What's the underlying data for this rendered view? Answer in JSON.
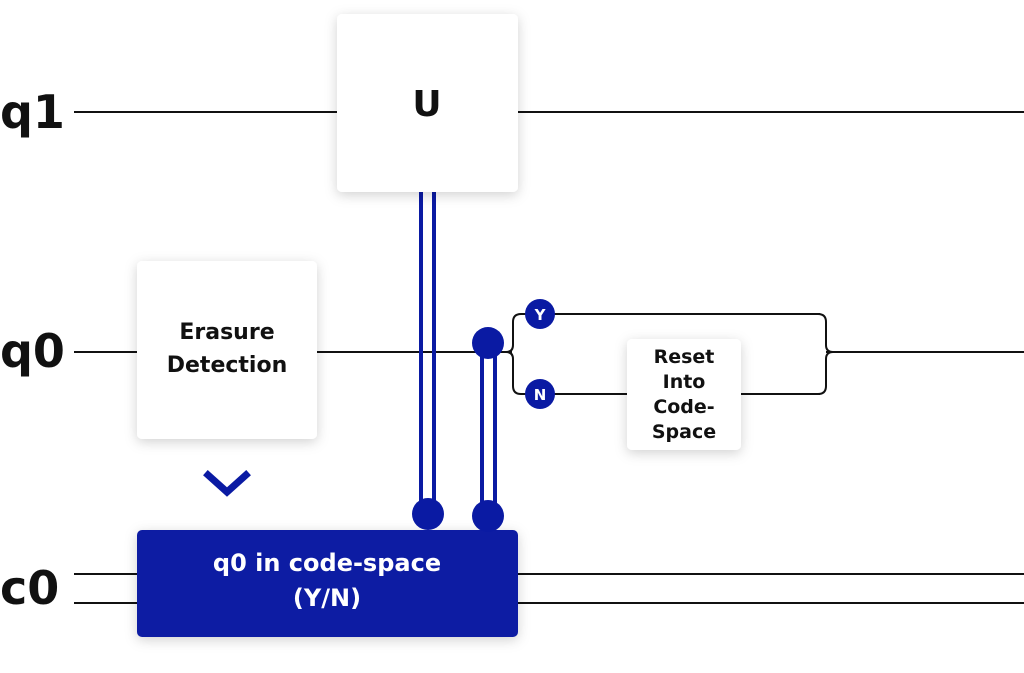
{
  "colors": {
    "accent": "#0a1aa3",
    "wire": "#111111",
    "gate_fill": "#ffffff",
    "text": "#111111"
  },
  "wires": {
    "q1": "q1",
    "q0": "q0",
    "c0": "c0"
  },
  "gates": {
    "u": "U",
    "erasure_line1": "Erasure",
    "erasure_line2": "Detection",
    "reset_line1": "Reset",
    "reset_line2": "Into",
    "reset_line3": "Code-",
    "reset_line4": "Space"
  },
  "classical_box": {
    "line1": "q0 in code-space",
    "line2": "(Y/N)"
  },
  "branches": {
    "yes": "Y",
    "no": "N"
  },
  "icons": {
    "down_arrow": "chevron-down-icon"
  }
}
